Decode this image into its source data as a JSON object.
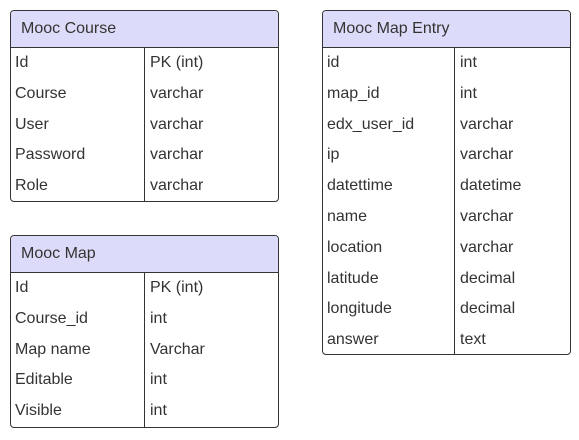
{
  "entities": [
    {
      "title": "Mooc Course",
      "fields": [
        {
          "name": "Id",
          "type": "PK (int)"
        },
        {
          "name": "Course",
          "type": "varchar"
        },
        {
          "name": "User",
          "type": "varchar"
        },
        {
          "name": "Password",
          "type": "varchar"
        },
        {
          "name": "Role",
          "type": "varchar"
        }
      ]
    },
    {
      "title": "Mooc Map",
      "fields": [
        {
          "name": "Id",
          "type": "PK (int)"
        },
        {
          "name": "Course_id",
          "type": "int"
        },
        {
          "name": "Map name",
          "type": "Varchar"
        },
        {
          "name": "Editable",
          "type": "int"
        },
        {
          "name": "Visible",
          "type": "int"
        }
      ]
    },
    {
      "title": "Mooc Map Entry",
      "fields": [
        {
          "name": "id",
          "type": "int"
        },
        {
          "name": "map_id",
          "type": "int"
        },
        {
          "name": "edx_user_id",
          "type": "varchar"
        },
        {
          "name": "ip",
          "type": "varchar"
        },
        {
          "name": "datettime",
          "type": "datetime"
        },
        {
          "name": "name",
          "type": "varchar"
        },
        {
          "name": "location",
          "type": "varchar"
        },
        {
          "name": "latitude",
          "type": "decimal"
        },
        {
          "name": "longitude",
          "type": "decimal"
        },
        {
          "name": "answer",
          "type": "text"
        }
      ]
    }
  ],
  "colors": {
    "header_background": "#dcdcfa",
    "border": "#333333",
    "text": "#333333"
  }
}
